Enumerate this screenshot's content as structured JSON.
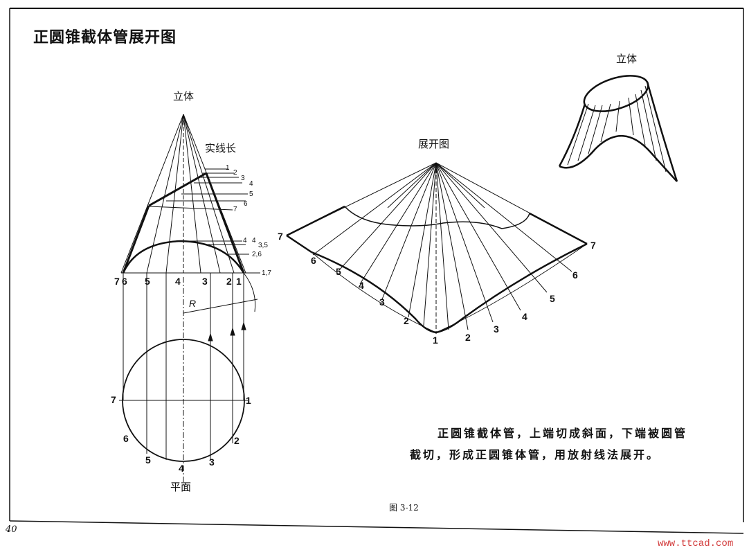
{
  "title": "正圆锥截体管展开图",
  "labels": {
    "solid_left": "立体",
    "true_length": "实线长",
    "plan": "平面",
    "development": "展开图",
    "solid_right": "立体",
    "radius": "R"
  },
  "elevation_numbers": [
    "7",
    "6",
    "5",
    "4",
    "3",
    "2",
    "1"
  ],
  "true_length_marks": [
    "1",
    "2",
    "3",
    "4",
    "5",
    "6",
    "7",
    "4",
    "4",
    "3,5",
    "2,6",
    "1,7"
  ],
  "plan_numbers": [
    "7",
    "1",
    "6",
    "2",
    "5",
    "3",
    "4"
  ],
  "development_numbers_left": [
    "7",
    "6",
    "5",
    "4",
    "3",
    "2",
    "1"
  ],
  "development_numbers_right": [
    "2",
    "3",
    "4",
    "5",
    "6",
    "7"
  ],
  "description": {
    "line1": "正圆锥截体管，上端切成斜面，下端被圆管",
    "line2": "截切，形成正圆锥体管，用放射线法展开。"
  },
  "caption": "图 3-12",
  "page_number": "40",
  "watermark": "www.ttcad.com"
}
